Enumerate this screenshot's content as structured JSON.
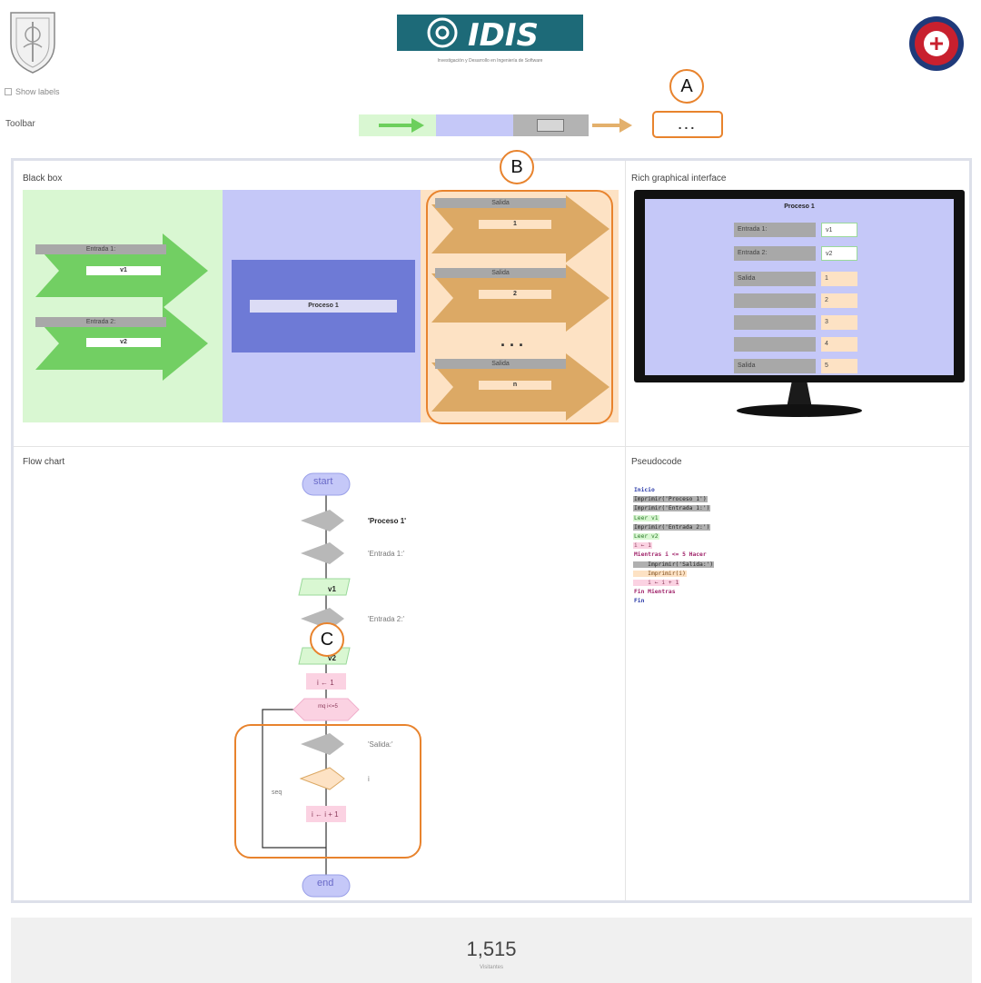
{
  "header": {
    "show_labels": "Show labels",
    "left_logo_icon": "university-seal-logo",
    "center_logo": "IDIS",
    "center_logo_tagline": "Investigación y Desarrollo en Ingeniería de Software",
    "right_logo_icon": "red-circular-emblem-logo"
  },
  "toolbar": {
    "label": "Toolbar",
    "dots": "...",
    "colors": {
      "green": "#d9f7d2",
      "blue": "#c5c8f8",
      "gray": "#b3b3b3",
      "orange": "#e3b06c"
    }
  },
  "callouts": {
    "a": "A",
    "b": "B",
    "c": "C"
  },
  "black_box": {
    "title": "Black box",
    "inputs": [
      {
        "label": "Entrada 1:",
        "value": "v1"
      },
      {
        "label": "Entrada 2:",
        "value": "v2"
      }
    ],
    "process": "Proceso 1",
    "outputs": [
      {
        "label": "Salida",
        "value": "1"
      },
      {
        "label": "Salida",
        "value": "2"
      },
      {
        "label": "Salida",
        "value": "n"
      }
    ],
    "ellipsis": "...",
    "colors": {
      "input": "#d9f7d2",
      "process": "#c5c8f8",
      "output": "#fde2c4",
      "accent": "#e8832d"
    }
  },
  "rich_interface": {
    "title": "Rich graphical interface",
    "screen_title": "Proceso 1",
    "rows": [
      {
        "key": "Entrada 1:",
        "value": "v1"
      },
      {
        "key": "Entrada 2:",
        "value": "v2"
      },
      {
        "key": "Salida",
        "value": "1"
      },
      {
        "key": "",
        "value": "2"
      },
      {
        "key": "",
        "value": "3"
      },
      {
        "key": "",
        "value": "4"
      },
      {
        "key": "Salida",
        "value": "5"
      }
    ]
  },
  "flow_chart": {
    "title": "Flow chart",
    "start": "start",
    "end": "end",
    "print_process": "'Proceso 1'",
    "print_entrada1": "'Entrada 1:'",
    "read_v1": "v1",
    "print_entrada2": "'Entrada 2:'",
    "read_v2": "v2",
    "assign_i": "i ← 1",
    "loop_cond": "mq i<=5",
    "print_salida": "'Salida:'",
    "print_i": "i",
    "increment": "i ← i + 1",
    "loop_label": "seq"
  },
  "pseudocode": {
    "title": "Pseudocode",
    "lines": [
      "Inicio",
      "Imprimir('Proceso 1')",
      "Imprimir('Entrada 1:')",
      "Leer v1",
      "Imprimir('Entrada 2:')",
      "Leer v2",
      "i ← 1",
      "Mientras i <= 5 Hacer",
      "    Imprimir('Salida:')",
      "    Imprimir(i)",
      "    i ← i + 1",
      "Fin Mientras",
      "Fin"
    ]
  },
  "footer": {
    "visits": "1,515",
    "visits_label": "Visitantes"
  }
}
